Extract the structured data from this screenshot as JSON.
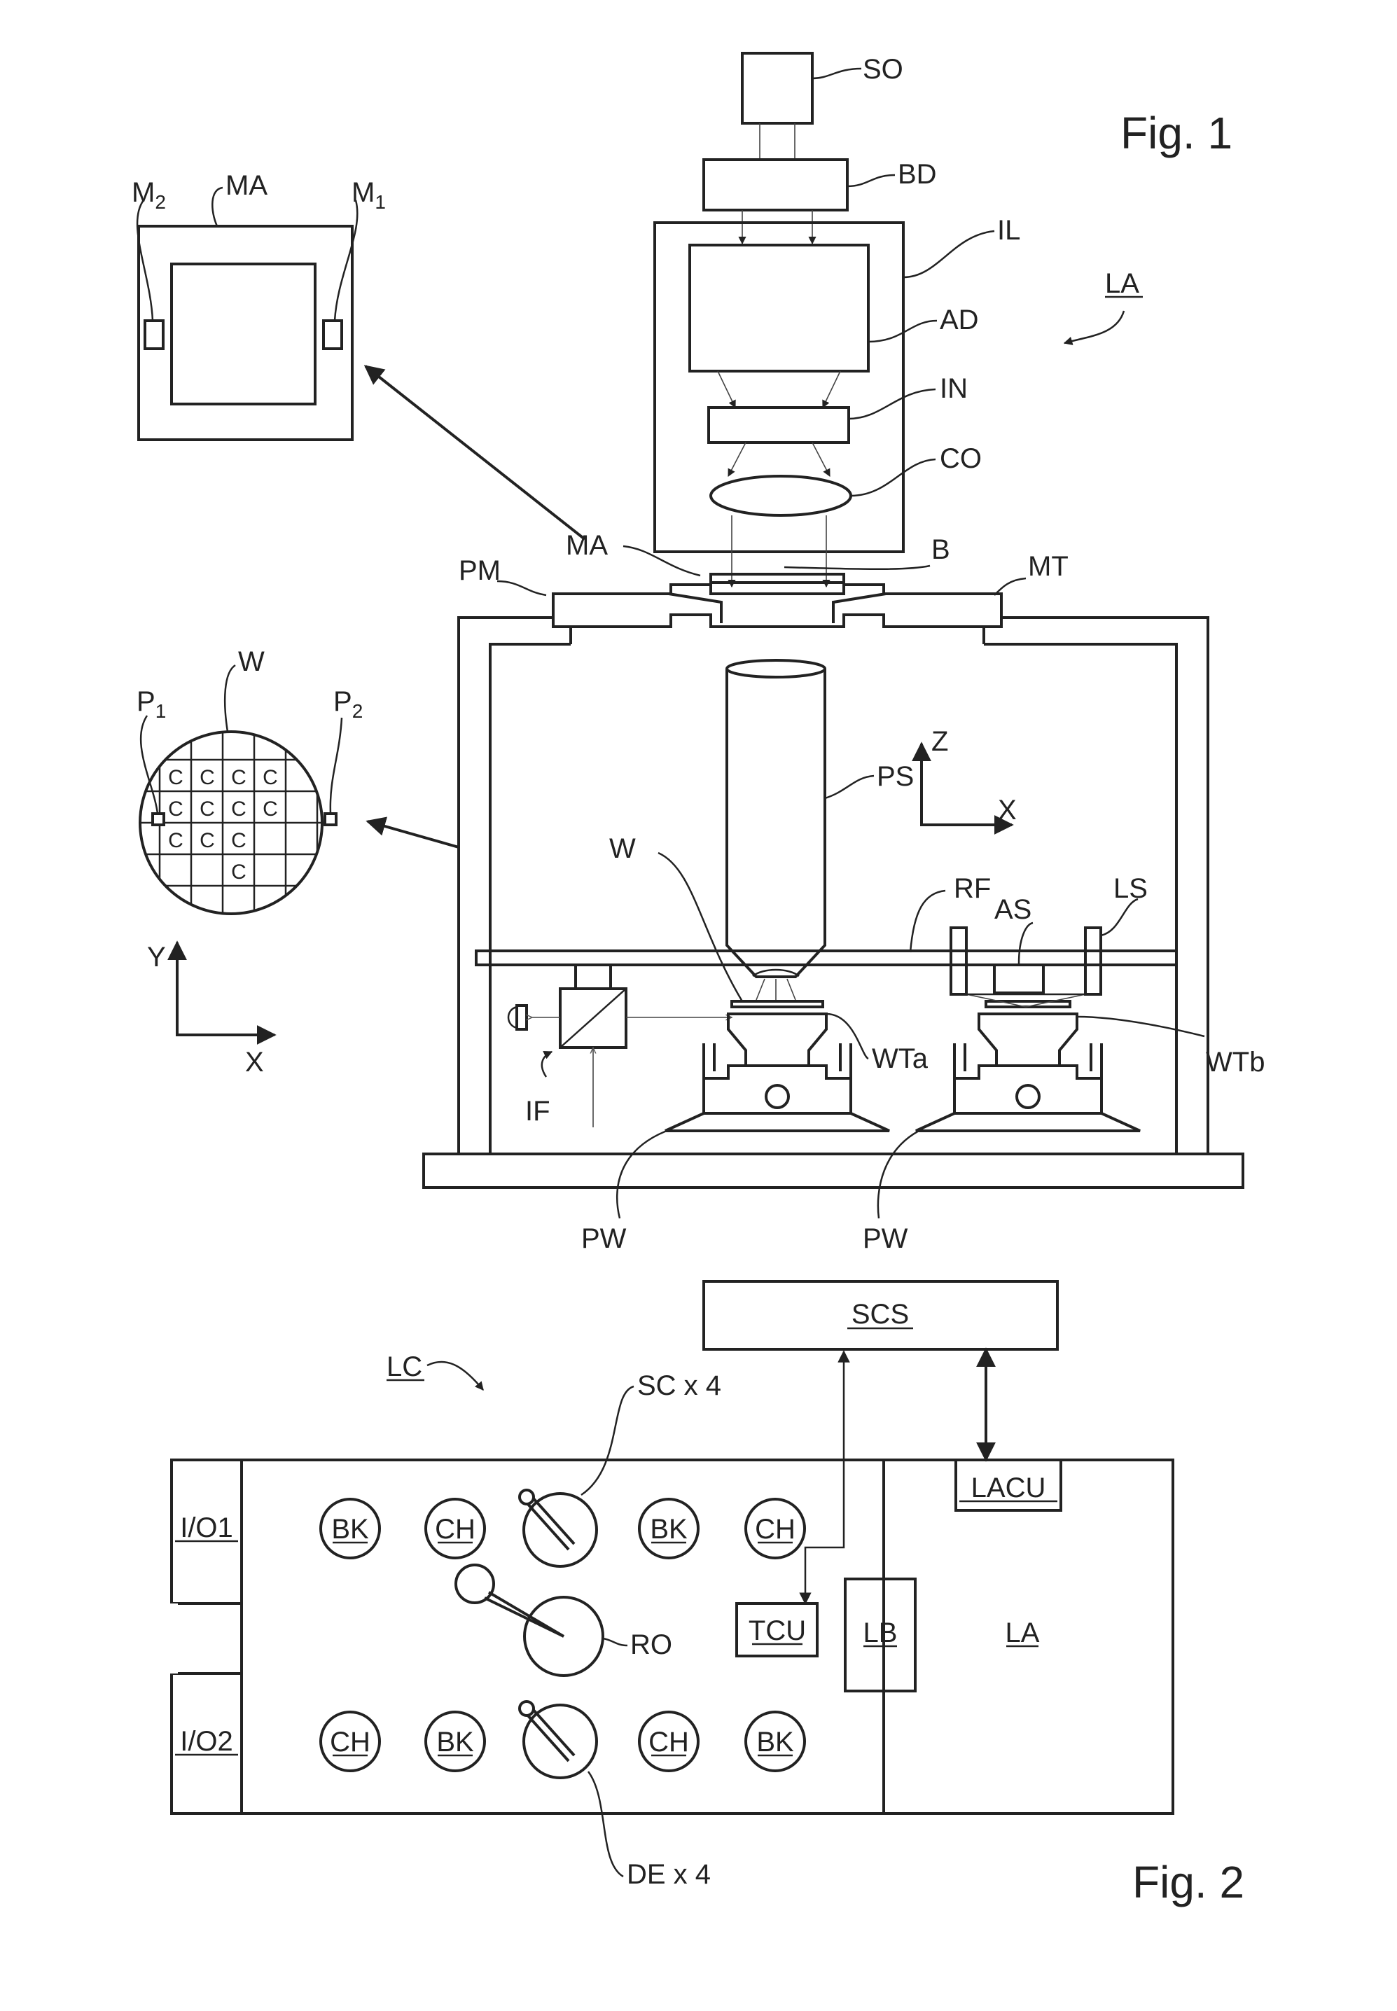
{
  "figures": {
    "fig1": "Fig. 1",
    "fig2": "Fig. 2"
  },
  "fig1": {
    "source": "SO",
    "beam_delivery": "BD",
    "illuminator": "IL",
    "adjuster": "AD",
    "integrator": "IN",
    "condenser": "CO",
    "apparatus": "LA",
    "mask": "MA",
    "beam": "B",
    "mask_positioner": "PM",
    "mask_table": "MT",
    "projection_system": "PS",
    "axis_z": "Z",
    "axis_x": "X",
    "wafer": "W",
    "reference_frame": "RF",
    "alignment_sensor": "AS",
    "level_sensor": "LS",
    "table_a": "WTa",
    "table_b": "WTb",
    "interferometer": "IF",
    "positioner_a": "PW",
    "positioner_b": "PW",
    "inset_mask": {
      "label": "MA",
      "m2": "M",
      "m2_sub": "2",
      "m1": "M",
      "m1_sub": "1"
    },
    "inset_wafer": {
      "label": "W",
      "p1": "P",
      "p1_sub": "1",
      "p2": "P",
      "p2_sub": "2",
      "die": "C",
      "axis_y": "Y",
      "axis_x": "X"
    }
  },
  "fig2": {
    "scs": "SCS",
    "cluster": "LC",
    "spin_coaters": "SC x 4",
    "lacu": "LACU",
    "io1": "I/O1",
    "io2": "I/O2",
    "bk": "BK",
    "ch": "CH",
    "tcu": "TCU",
    "lb": "LB",
    "la": "LA",
    "robot": "RO",
    "developers": "DE x 4"
  }
}
